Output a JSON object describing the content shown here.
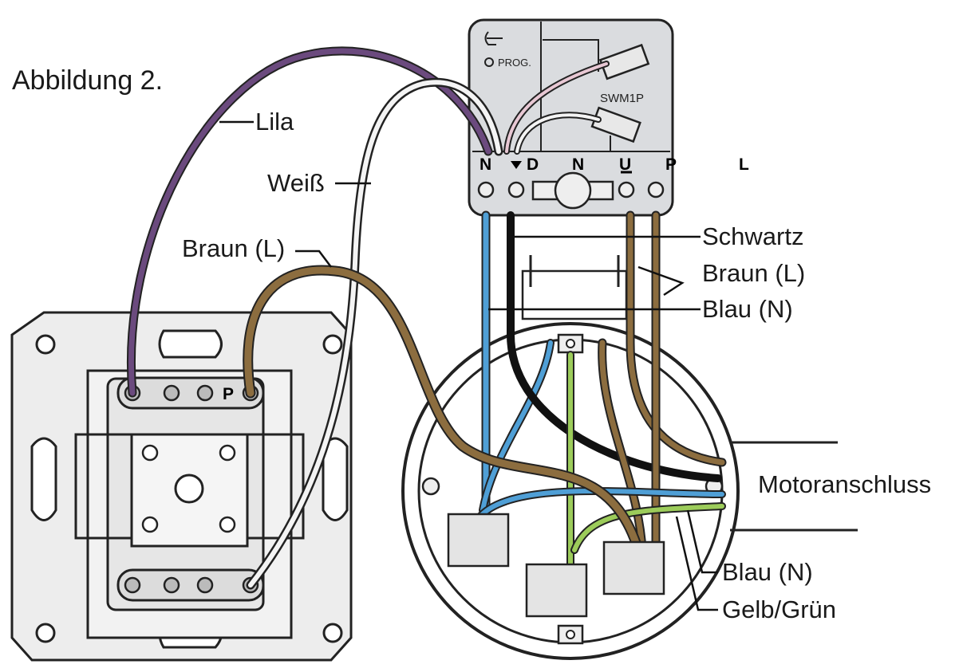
{
  "title": "Abbildung 2.",
  "module": {
    "prog_label": "PROG.",
    "model_label": "SWM1P",
    "terminals": [
      "N",
      "D",
      "N",
      "U",
      "P",
      "L"
    ]
  },
  "switch": {
    "terminal_label": "P"
  },
  "wire_labels": {
    "lila": "Lila",
    "weiss": "Weiß",
    "braun_left": "Braun (L)",
    "schwartz": "Schwartz",
    "braun_right": "Braun (L)",
    "blau_top": "Blau (N)",
    "motor": "Motoranschluss",
    "blau_bottom": "Blau (N)",
    "gelb_gruen": "Gelb/Grün"
  },
  "colors": {
    "lila": "#6b4a7e",
    "braun": "#8c6d3f",
    "blau": "#4f9fd6",
    "schwarz": "#111111",
    "weiss": "#f4f4f4",
    "gelbgruen": "#9ccc5a",
    "module_fill": "#dadcdf",
    "plate_fill": "#eeeeee"
  }
}
